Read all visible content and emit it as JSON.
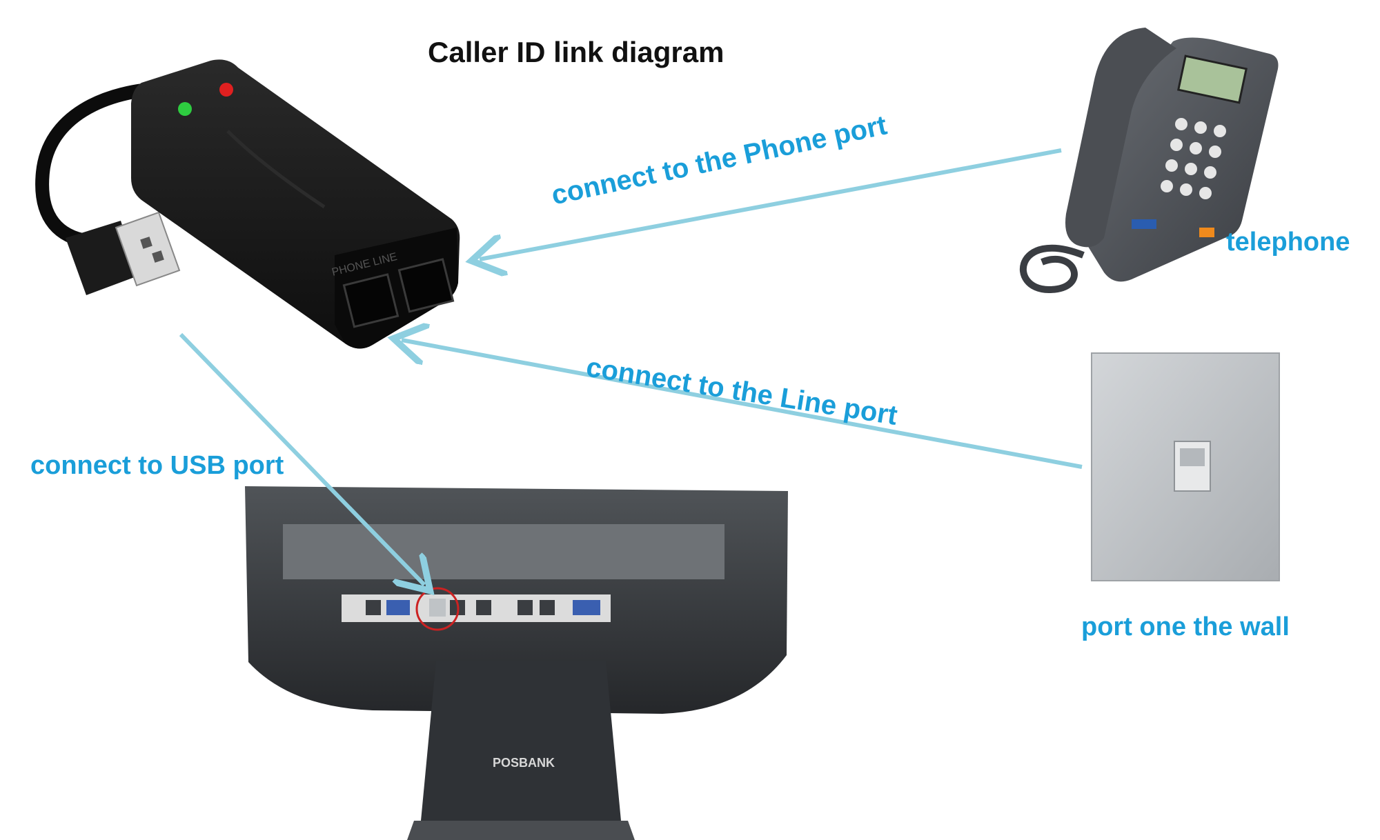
{
  "diagram": {
    "title": "Caller ID link diagram",
    "labels": {
      "phone_port": "connect to the Phone port",
      "line_port": "connect to the Line port",
      "usb_port": "connect to USB port",
      "telephone": "telephone",
      "wall_port": "port one the wall"
    },
    "device_text": {
      "port_markings": "PHONE LINE",
      "pos_brand": "POSBANK"
    },
    "colors": {
      "arrow": "#8ecfe0",
      "label": "#1a9ed9",
      "device_body": "#141414",
      "led_green": "#2ecc40",
      "led_red": "#e02020",
      "wall_plate": "#bfc3c6",
      "pos_body": "#2b2d30"
    },
    "icons": [
      "usb-plug-icon",
      "rj11-jack-icon",
      "led-indicator-icon",
      "telephone-handset-icon",
      "wall-socket-icon",
      "usb-port-highlight-icon"
    ]
  }
}
